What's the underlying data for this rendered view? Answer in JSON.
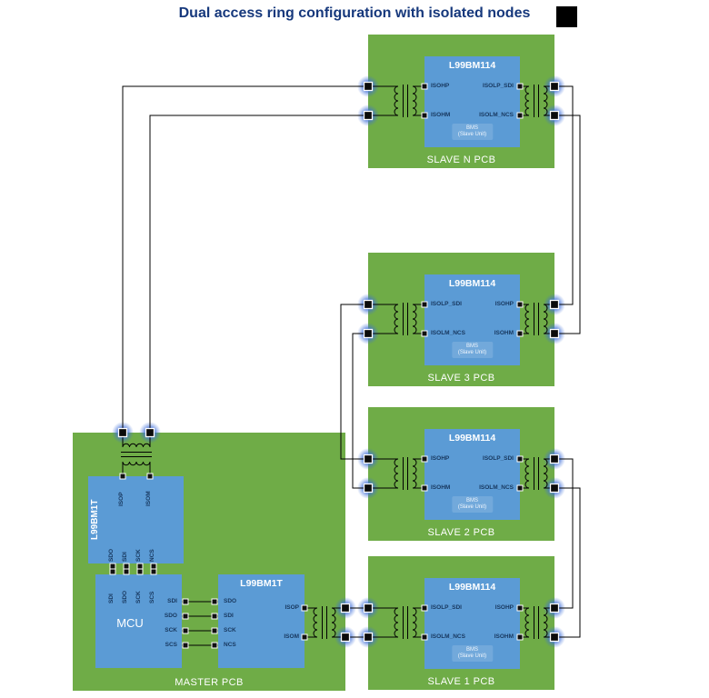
{
  "title": "Dual access ring configuration with isolated nodes",
  "colors": {
    "pcb_green": "#6fac47",
    "chip_blue": "#5b9bd5",
    "title_navy": "#16387c",
    "pin_label": "#17375e",
    "wire": "#000000",
    "terminal_glow": "#3f6fd8"
  },
  "master": {
    "label": "MASTER PCB",
    "transceiver1": {
      "name": "L99BM1T",
      "top_pins": [
        "ISOP",
        "ISOM"
      ],
      "bottom_pins": [
        "SDO",
        "SDI",
        "SCK",
        "NCS"
      ]
    },
    "mcu": {
      "name": "MCU",
      "top_pins": [
        "SDI",
        "SDO",
        "SCK",
        "SCS"
      ],
      "right_pins": [
        "SDI",
        "SDO",
        "SCK",
        "SCS"
      ]
    },
    "transceiver2": {
      "name": "L99BM1T",
      "left_pins": [
        "SDO",
        "SDI",
        "SCK",
        "NCS"
      ],
      "right_pins": [
        "ISOP",
        "ISOM"
      ]
    }
  },
  "slaves": [
    {
      "label": "SLAVE N PCB",
      "chip": "L99BM114",
      "left_pins": [
        "ISOHP",
        "ISOHM"
      ],
      "right_pins": [
        "ISOLP_SDI",
        "ISOLM_NCS"
      ],
      "unit_line1": "BMS",
      "unit_line2": "(Slave Unit)"
    },
    {
      "label": "SLAVE 3 PCB",
      "chip": "L99BM114",
      "left_pins": [
        "ISOLP_SDI",
        "ISOLM_NCS"
      ],
      "right_pins": [
        "ISOHP",
        "ISOHM"
      ],
      "unit_line1": "BMS",
      "unit_line2": "(Slave Unit)"
    },
    {
      "label": "SLAVE 2 PCB",
      "chip": "L99BM114",
      "left_pins": [
        "ISOHP",
        "ISOHM"
      ],
      "right_pins": [
        "ISOLP_SDI",
        "ISOLM_NCS"
      ],
      "unit_line1": "BMS",
      "unit_line2": "(Slave Unit)"
    },
    {
      "label": "SLAVE 1 PCB",
      "chip": "L99BM114",
      "left_pins": [
        "ISOLP_SDI",
        "ISOLM_NCS"
      ],
      "right_pins": [
        "ISOHP",
        "ISOHM"
      ],
      "unit_line1": "BMS",
      "unit_line2": "(Slave Unit)"
    }
  ]
}
